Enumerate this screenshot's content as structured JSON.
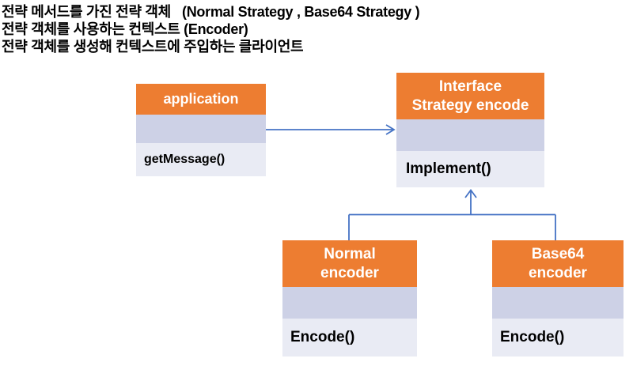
{
  "header": {
    "lines": [
      "전략 메서드를 가진 전략 객체   (Normal Strategy , Base64 Strategy )",
      "전략 객체를 사용하는 컨텍스트 (Encoder)",
      "전략 객체를 생성해 컨텍스트에 주입하는 클라이언트"
    ]
  },
  "colors": {
    "header_orange": "#ED7D31",
    "band_lavender": "#CDD1E6",
    "band_light": "#E9EBF4",
    "arrow_blue": "#4472C4",
    "header_text": "#FFFFFF",
    "body_text": "#000000"
  },
  "diagram": {
    "application": {
      "title": "application",
      "method": "getMessage()"
    },
    "interface": {
      "title_line1": "Interface",
      "title_line2": "Strategy encode",
      "method": "Implement()"
    },
    "normal_encoder": {
      "title_line1": "Normal",
      "title_line2": "encoder",
      "method": "Encode()"
    },
    "base64_encoder": {
      "title_line1": "Base64",
      "title_line2": "encoder",
      "method": "Encode()"
    }
  }
}
